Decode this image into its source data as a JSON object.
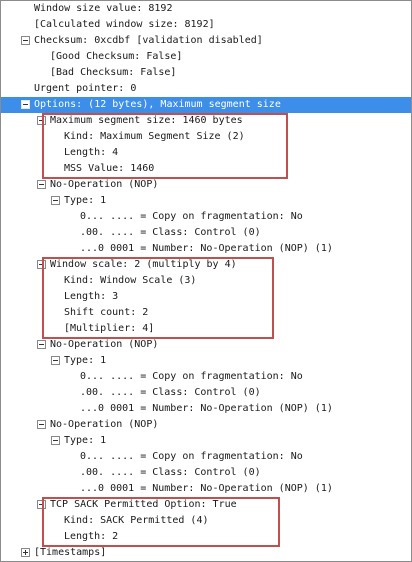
{
  "tree": {
    "rows": [
      {
        "text": "Window size value: 8192",
        "depth": 1,
        "toggle": null
      },
      {
        "text": "[Calculated window size: 8192]",
        "depth": 1,
        "toggle": null
      },
      {
        "text": "Checksum: 0xcdbf [validation disabled]",
        "depth": 1,
        "toggle": "collapse"
      },
      {
        "text": "[Good Checksum: False]",
        "depth": 2,
        "toggle": null
      },
      {
        "text": "[Bad Checksum: False]",
        "depth": 2,
        "toggle": null
      },
      {
        "text": "Urgent pointer: 0",
        "depth": 1,
        "toggle": null
      },
      {
        "text": "Options: (12 bytes), Maximum segment size",
        "depth": 1,
        "toggle": "collapse",
        "selected": true
      },
      {
        "text": "Maximum segment size: 1460 bytes",
        "depth": 2,
        "toggle": "collapse"
      },
      {
        "text": "Kind: Maximum Segment Size (2)",
        "depth": 3,
        "toggle": null
      },
      {
        "text": "Length: 4",
        "depth": 3,
        "toggle": null
      },
      {
        "text": "MSS Value: 1460",
        "depth": 3,
        "toggle": null
      },
      {
        "text": "No-Operation (NOP)",
        "depth": 2,
        "toggle": "collapse"
      },
      {
        "text": "Type: 1",
        "depth": 3,
        "toggle": "collapse"
      },
      {
        "text": "0... .... = Copy on fragmentation: No",
        "depth": 4,
        "toggle": null
      },
      {
        "text": ".00. .... = Class: Control (0)",
        "depth": 4,
        "toggle": null
      },
      {
        "text": "...0 0001 = Number: No-Operation (NOP) (1)",
        "depth": 4,
        "toggle": null
      },
      {
        "text": "Window scale: 2 (multiply by 4)",
        "depth": 2,
        "toggle": "collapse"
      },
      {
        "text": "Kind: Window Scale (3)",
        "depth": 3,
        "toggle": null
      },
      {
        "text": "Length: 3",
        "depth": 3,
        "toggle": null
      },
      {
        "text": "Shift count: 2",
        "depth": 3,
        "toggle": null
      },
      {
        "text": "[Multiplier: 4]",
        "depth": 3,
        "toggle": null
      },
      {
        "text": "No-Operation (NOP)",
        "depth": 2,
        "toggle": "collapse"
      },
      {
        "text": "Type: 1",
        "depth": 3,
        "toggle": "collapse"
      },
      {
        "text": "0... .... = Copy on fragmentation: No",
        "depth": 4,
        "toggle": null
      },
      {
        "text": ".00. .... = Class: Control (0)",
        "depth": 4,
        "toggle": null
      },
      {
        "text": "...0 0001 = Number: No-Operation (NOP) (1)",
        "depth": 4,
        "toggle": null
      },
      {
        "text": "No-Operation (NOP)",
        "depth": 2,
        "toggle": "collapse"
      },
      {
        "text": "Type: 1",
        "depth": 3,
        "toggle": "collapse"
      },
      {
        "text": "0... .... = Copy on fragmentation: No",
        "depth": 4,
        "toggle": null
      },
      {
        "text": ".00. .... = Class: Control (0)",
        "depth": 4,
        "toggle": null
      },
      {
        "text": "...0 0001 = Number: No-Operation (NOP) (1)",
        "depth": 4,
        "toggle": null
      },
      {
        "text": "TCP SACK Permitted Option: True",
        "depth": 2,
        "toggle": "collapse"
      },
      {
        "text": "Kind: SACK Permitted (4)",
        "depth": 3,
        "toggle": null
      },
      {
        "text": "Length: 2",
        "depth": 3,
        "toggle": null
      },
      {
        "text": "[Timestamps]",
        "depth": 1,
        "toggle": "expand"
      }
    ]
  },
  "colors": {
    "selection": "#3c8ee8",
    "highlight_box": "#c0504d",
    "text": "#1a1a1a"
  },
  "icons": {
    "collapse": "minus-box-icon",
    "expand": "plus-box-icon"
  }
}
